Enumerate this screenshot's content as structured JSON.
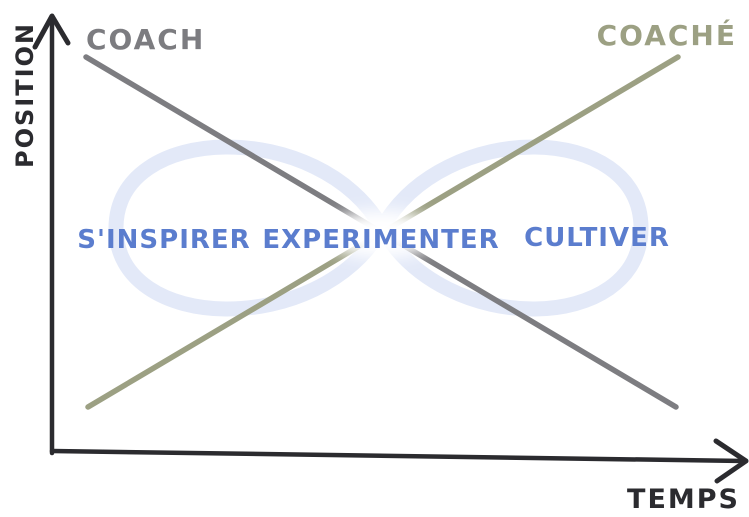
{
  "colors": {
    "background": "#ffffff",
    "axis": "#2b2b2f",
    "coach": "#7d7d81",
    "coache": "#9ca083",
    "loop": "#e3e9f8",
    "phase_text": "#5b7dce"
  },
  "y_axis": {
    "label": "POSITION"
  },
  "x_axis": {
    "label": "TEMPS"
  },
  "lines": [
    {
      "id": "coach",
      "label": "COACH",
      "color": "#7d7d81",
      "trend": "descending-left-to-right"
    },
    {
      "id": "coache",
      "label": "COACHÉ",
      "color": "#9ca083",
      "trend": "ascending-left-to-right"
    }
  ],
  "loop": {
    "shape": "infinity",
    "color": "#e3e9f8"
  },
  "phases": [
    {
      "label": "S'INSPIRER",
      "position": "left-loop"
    },
    {
      "label": "EXPERIMENTER",
      "position": "center-crossing"
    },
    {
      "label": "CULTIVER",
      "position": "right-loop"
    }
  ]
}
